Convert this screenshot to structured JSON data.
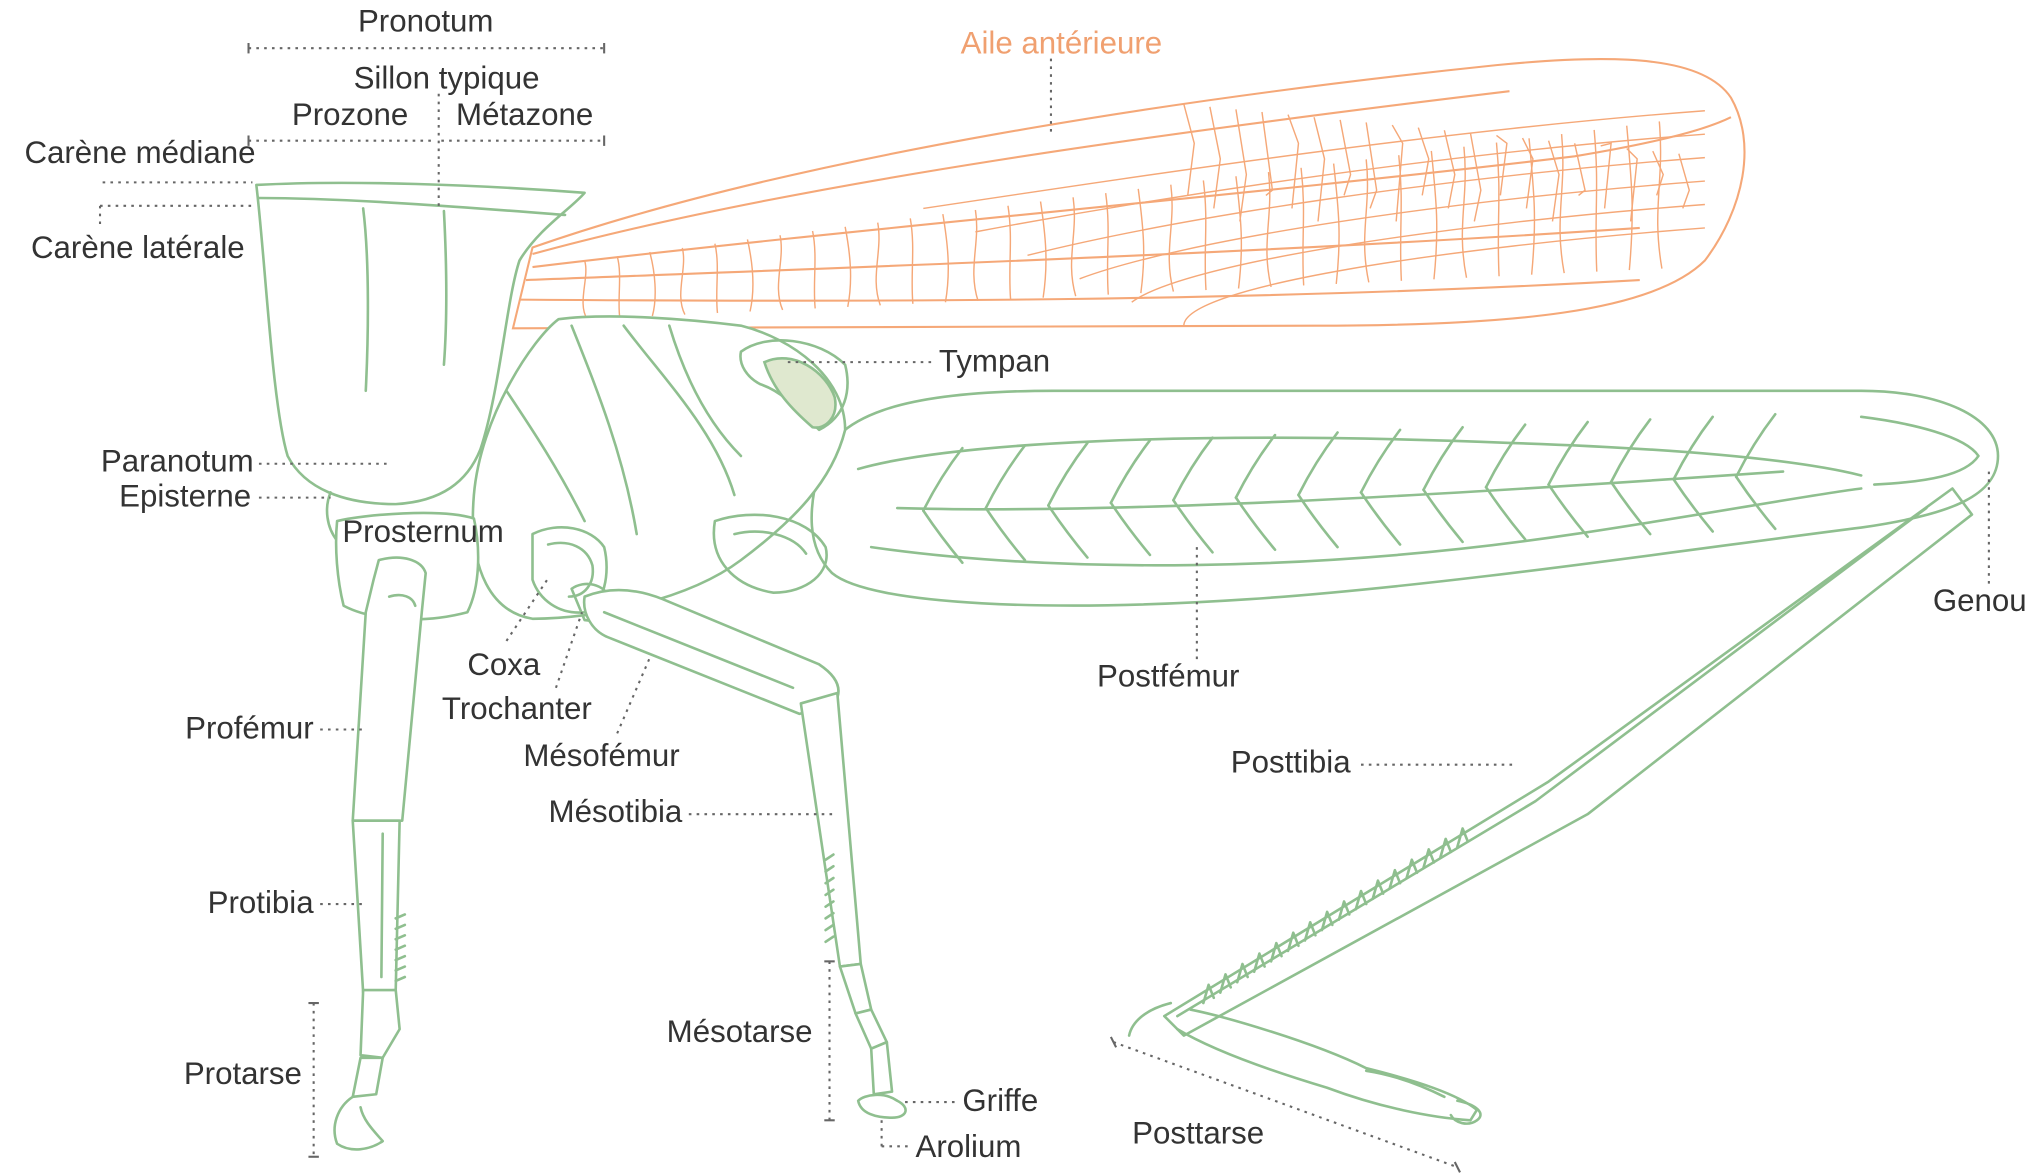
{
  "colors": {
    "body_outline": "#8fbf8f",
    "wing_outline": "#f5a878",
    "tympanum_fill": "#dfe8cf",
    "label_text": "#333333",
    "wing_label_text": "#f0a070",
    "leader_line": "#666666"
  },
  "labels": {
    "pronotum": "Pronotum",
    "sillon_typique": "Sillon typique",
    "prozone": "Prozone",
    "metazone": "Métazone",
    "carene_mediane": "Carène médiane",
    "carene_laterale": "Carène latérale",
    "aile_anterieure": "Aile antérieure",
    "tympan": "Tympan",
    "paranotum": "Paranotum",
    "episterne": "Episterne",
    "prosternum": "Prosternum",
    "coxa": "Coxa",
    "trochanter": "Trochanter",
    "mesofemur": "Mésofémur",
    "profemur": "Profémur",
    "mesotibia": "Mésotibia",
    "protibia": "Protibia",
    "mesotarse": "Mésotarse",
    "protarse": "Protarse",
    "griffe": "Griffe",
    "arolium": "Arolium",
    "postfemur": "Postfémur",
    "posttibia": "Posttibia",
    "posttarse": "Posttarse",
    "genou": "Genou"
  }
}
